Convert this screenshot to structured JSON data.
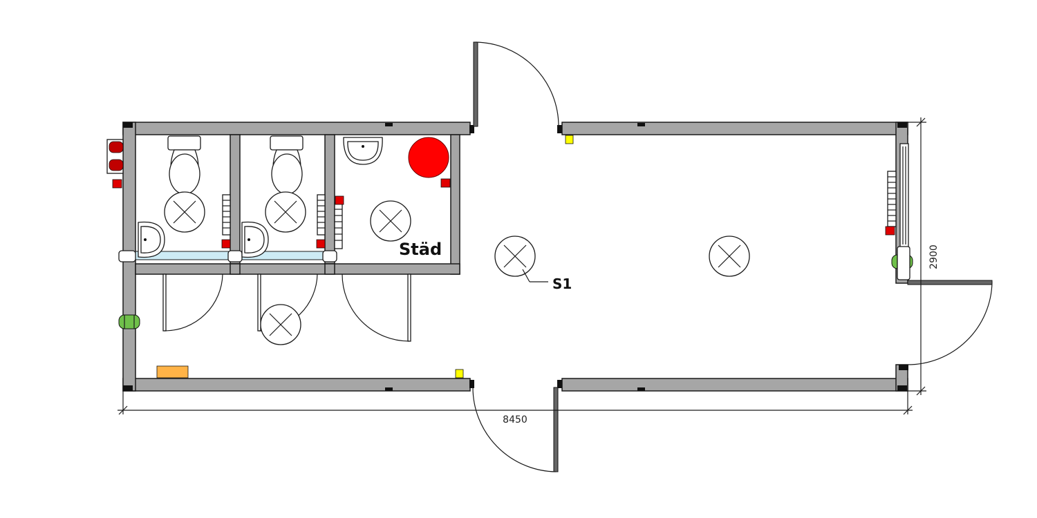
{
  "room_label": "Städ",
  "light_label": "S1",
  "dimension_length": "8450",
  "dimension_width": "2900",
  "colors": {
    "wall_fill": "#a6a6a6",
    "outline": "#1a1a1a",
    "extinguisher": "#ff0000",
    "red_marker": "#e00000",
    "yellow_marker": "#ffff00",
    "orange_heater": "#ffb347",
    "green_fitting": "#6fc04a",
    "glass": "#cdebf5"
  },
  "icons": [
    "toilet-icon",
    "washbasin-icon",
    "ceiling-light-icon",
    "door-swing-icon",
    "fire-extinguisher-icon",
    "towel-radiator-icon",
    "window-icon"
  ]
}
